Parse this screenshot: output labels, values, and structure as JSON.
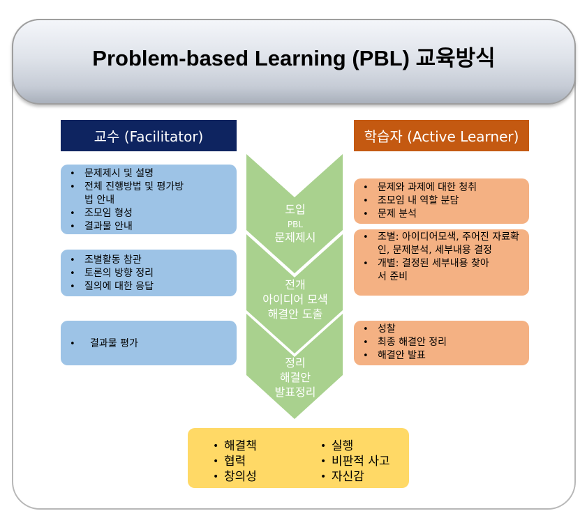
{
  "title": "Problem-based Learning (PBL) 교육방식",
  "facilitator": {
    "header": "교수 (Facilitator)",
    "groups": [
      [
        "문제제시 및 설명",
        "전체 진행방법 및 평가방법 안내",
        "조모임 형성",
        "결과물 안내"
      ],
      [
        "조별활동 참관",
        "토론의 방향 정리",
        "질의에 대한 응답"
      ],
      [
        "결과물 평가"
      ]
    ]
  },
  "learner": {
    "header": "학습자 (Active Learner)",
    "groups": [
      [
        "문제와 과제에 대한 청취",
        "조모임 내 역할 분담",
        "문제 분석"
      ],
      [
        "조별: 아이디어모색, 주어진 자료확인, 문제분석, 세부내용 결정",
        "개별: 결정된 세부내용 찾아서 준비"
      ],
      [
        "성찰",
        "최종 해결안 정리",
        "해결안 발표"
      ]
    ]
  },
  "stages": [
    {
      "name": "도입",
      "small": "PBL",
      "desc": "문제제시"
    },
    {
      "name": "전개",
      "desc1": "아이디어 모색",
      "desc2": "해결안 도출"
    },
    {
      "name": "정리",
      "desc1": "해결안",
      "desc2": "발표정리"
    }
  ],
  "outcomes": {
    "left": [
      "해결책",
      "협력",
      "창의성"
    ],
    "right": [
      "실행",
      "비판적 사고",
      "자신감"
    ]
  },
  "colors": {
    "facilitator_header": "#0e2460",
    "learner_header": "#c45911",
    "facilitator_box": "#9dc3e6",
    "learner_box": "#f4b183",
    "chevron": "#a9d18e",
    "outcome_box": "#ffd966"
  }
}
